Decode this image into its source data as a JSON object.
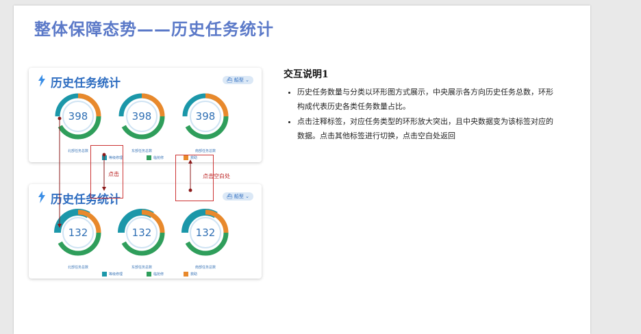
{
  "page": {
    "title": "整体保障态势——历史任务统计"
  },
  "cards": [
    {
      "title": "历史任务统计",
      "type_button": "船型",
      "donuts": [
        {
          "value": "398",
          "label": "北部任务总数"
        },
        {
          "value": "398",
          "label": "东部任务总数"
        },
        {
          "value": "398",
          "label": "南部任务总数"
        }
      ],
      "legend": [
        "等级修理",
        "临抢修",
        "救助"
      ]
    },
    {
      "title": "历史任务统计",
      "type_button": "船型",
      "donuts": [
        {
          "value": "132",
          "label": "北部任务总数"
        },
        {
          "value": "132",
          "label": "东部任务总数"
        },
        {
          "value": "132",
          "label": "南部任务总数"
        }
      ],
      "legend": [
        "等级修理",
        "临抢修",
        "救助"
      ]
    }
  ],
  "annotations": {
    "click": "点击",
    "click_blank": "点击空白处"
  },
  "notes": {
    "title": "交互说明1",
    "items": [
      "历史任务数量与分类以环形图方式展示，中央展示各方向历史任务总数，环形构成代表历史各类任务数量占比。",
      "点击注释标签，对应任务类型的环形放大突出，且中央数据变为该标签对应的数据。点击其他标签进行切换，点击空白处返回"
    ]
  },
  "colors": {
    "repair": "#1b97a9",
    "emergency": "#2f9e5b",
    "rescue": "#e8892c",
    "title": "#5b79c8",
    "annotation": "#b22222"
  }
}
